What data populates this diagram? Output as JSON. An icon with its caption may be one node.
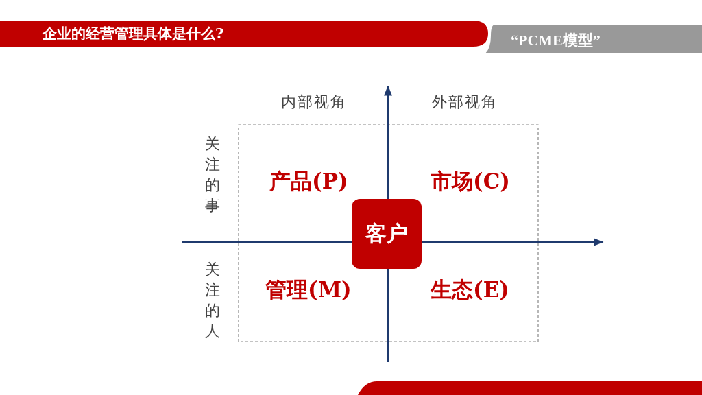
{
  "diagram": {
    "title": "企业的经营管理具体是什么?",
    "nodes": [
      {
        "text": [
          "客户"
        ]
      }
    ],
    "edges": [],
    "labels": [
      "“PCME模型”",
      "内部视角",
      "外部视角",
      "关注的事",
      "产品(P)",
      "市场(C)",
      "关注的人",
      "管理(M)",
      "生态(E)"
    ]
  }
}
